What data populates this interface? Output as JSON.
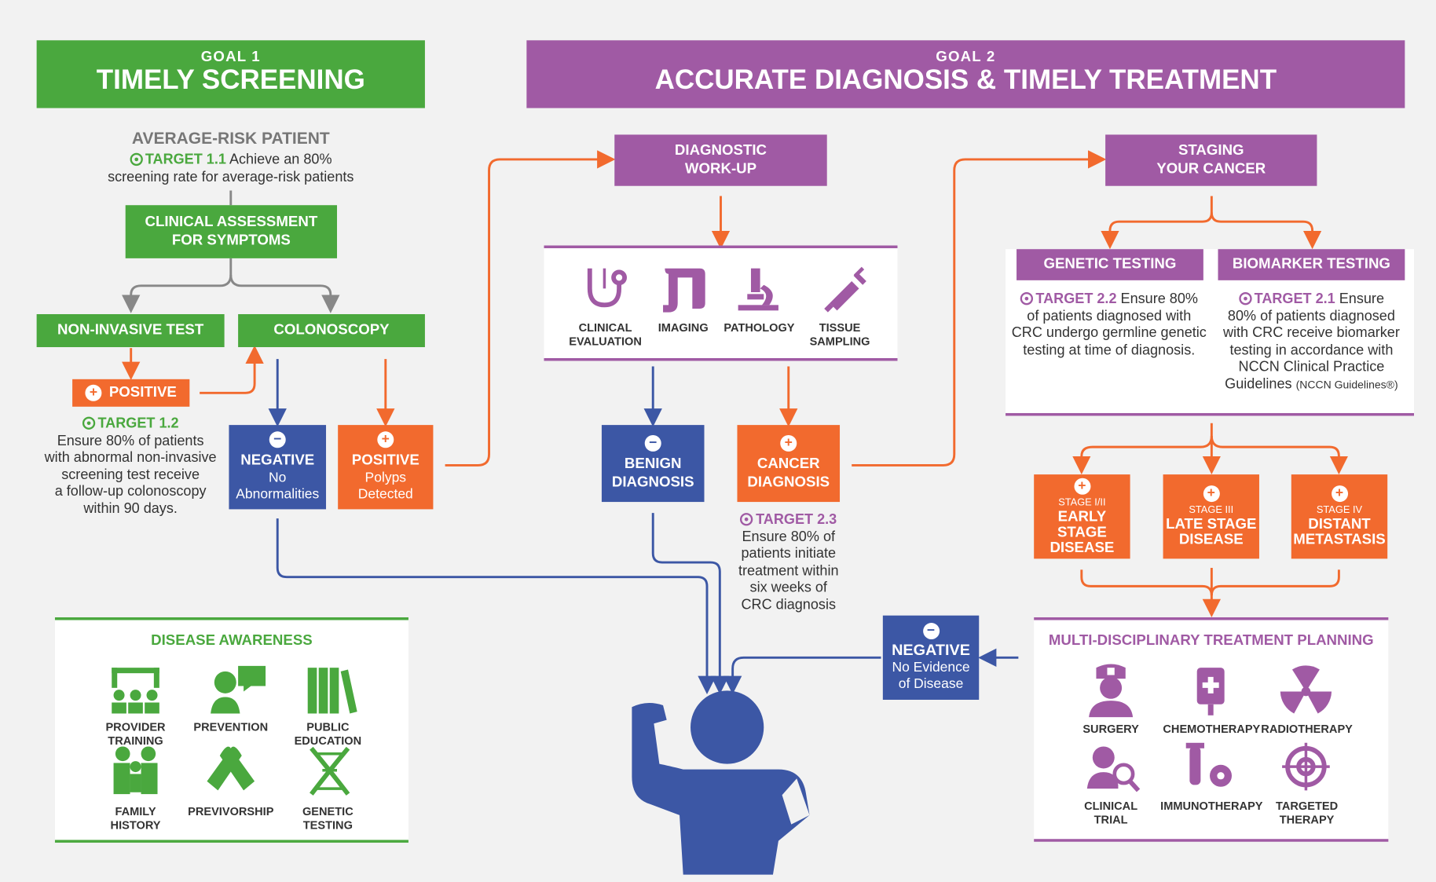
{
  "goal1": {
    "small": "GOAL 1",
    "title": "TIMELY SCREENING"
  },
  "goal2": {
    "small": "GOAL 2",
    "title": "ACCURATE DIAGNOSIS & TIMELY TREATMENT"
  },
  "avg_risk": {
    "title": "AVERAGE-RISK PATIENT",
    "target_label": "TARGET 1.1",
    "target_text1": "Achieve an 80%",
    "target_text2": "screening rate for average-risk patients"
  },
  "clinical_assessment": {
    "line1": "CLINICAL ASSESSMENT",
    "line2": "FOR SYMPTOMS"
  },
  "non_invasive": "NON-INVASIVE TEST",
  "colonoscopy": "COLONOSCOPY",
  "positive_small": "POSITIVE",
  "target12": {
    "label": "TARGET 1.2",
    "l1": "Ensure 80% of patients",
    "l2": "with abnormal non-invasive",
    "l3": "screening test receive",
    "l4": "a follow-up colonoscopy",
    "l5": "within 90 days."
  },
  "negative1": {
    "title": "NEGATIVE",
    "s1": "No",
    "s2": "Abnormalities"
  },
  "positive1": {
    "title": "POSITIVE",
    "s1": "Polyps",
    "s2": "Detected"
  },
  "diag_workup": {
    "l1": "DIAGNOSTIC",
    "l2": "WORK-UP"
  },
  "diag_icons": [
    {
      "l1": "CLINICAL",
      "l2": "EVALUATION",
      "icon": "stethoscope-icon"
    },
    {
      "l1": "IMAGING",
      "l2": "",
      "icon": "colon-icon"
    },
    {
      "l1": "PATHOLOGY",
      "l2": "",
      "icon": "microscope-icon"
    },
    {
      "l1": "TISSUE",
      "l2": "SAMPLING",
      "icon": "syringe-icon"
    }
  ],
  "benign": {
    "l1": "BENIGN",
    "l2": "DIAGNOSIS"
  },
  "cancer": {
    "l1": "CANCER",
    "l2": "DIAGNOSIS"
  },
  "target23": {
    "label": "TARGET 2.3",
    "l1": "Ensure 80% of",
    "l2": "patients initiate",
    "l3": "treatment within",
    "l4": "six weeks of",
    "l5": "CRC diagnosis"
  },
  "staging": {
    "l1": "STAGING",
    "l2": "YOUR CANCER"
  },
  "genetic_testing": "GENETIC TESTING",
  "biomarker_testing": "BIOMARKER TESTING",
  "target22": {
    "label": "TARGET 2.2",
    "t1": "Ensure 80%",
    "l2": "of patients diagnosed with",
    "l3": "CRC undergo germline genetic",
    "l4": "testing at time of diagnosis."
  },
  "target21": {
    "label": "TARGET 2.1",
    "t1": "Ensure",
    "l2": "80% of patients diagnosed",
    "l3": "with CRC receive biomarker",
    "l4": "testing in accordance with",
    "l5": "NCCN Clinical Practice",
    "l6": "Guidelines",
    "l6b": "(NCCN Guidelines®)"
  },
  "stages": [
    {
      "small": "STAGE I/II",
      "l1": "EARLY STAGE",
      "l2": "DISEASE"
    },
    {
      "small": "STAGE III",
      "l1": "LATE STAGE",
      "l2": "DISEASE"
    },
    {
      "small": "STAGE IV",
      "l1": "DISTANT",
      "l2": "METASTASIS"
    }
  ],
  "negative2": {
    "title": "NEGATIVE",
    "s1": "No Evidence",
    "s2": "of Disease"
  },
  "mdt": {
    "title": "MULTI-DISCIPLINARY TREATMENT PLANNING",
    "items": [
      {
        "l1": "SURGERY",
        "l2": "",
        "icon": "surgeon-icon"
      },
      {
        "l1": "CHEMOTHERAPY",
        "l2": "",
        "icon": "iv-bag-icon"
      },
      {
        "l1": "RADIOTHERAPY",
        "l2": "",
        "icon": "radiation-icon"
      },
      {
        "l1": "CLINICAL",
        "l2": "TRIAL",
        "icon": "researcher-icon"
      },
      {
        "l1": "IMMUNOTHERAPY",
        "l2": "",
        "icon": "cell-gear-icon"
      },
      {
        "l1": "TARGETED",
        "l2": "THERAPY",
        "icon": "crosshair-icon"
      }
    ]
  },
  "awareness": {
    "title": "DISEASE AWARENESS",
    "items": [
      {
        "l1": "PROVIDER",
        "l2": "TRAINING",
        "icon": "classroom-icon"
      },
      {
        "l1": "PREVENTION",
        "l2": "",
        "icon": "doctor-speech-icon"
      },
      {
        "l1": "PUBLIC",
        "l2": "EDUCATION",
        "icon": "books-icon"
      },
      {
        "l1": "FAMILY",
        "l2": "HISTORY",
        "icon": "family-icon"
      },
      {
        "l1": "PREVIVORSHIP",
        "l2": "",
        "icon": "ribbon-icon"
      },
      {
        "l1": "GENETIC",
        "l2": "TESTING",
        "icon": "dna-icon"
      }
    ]
  },
  "colors": {
    "green": "#4aa83e",
    "purple": "#a05aa4",
    "orange": "#f26a2e",
    "blue": "#3c57a5",
    "gray": "#888888"
  }
}
